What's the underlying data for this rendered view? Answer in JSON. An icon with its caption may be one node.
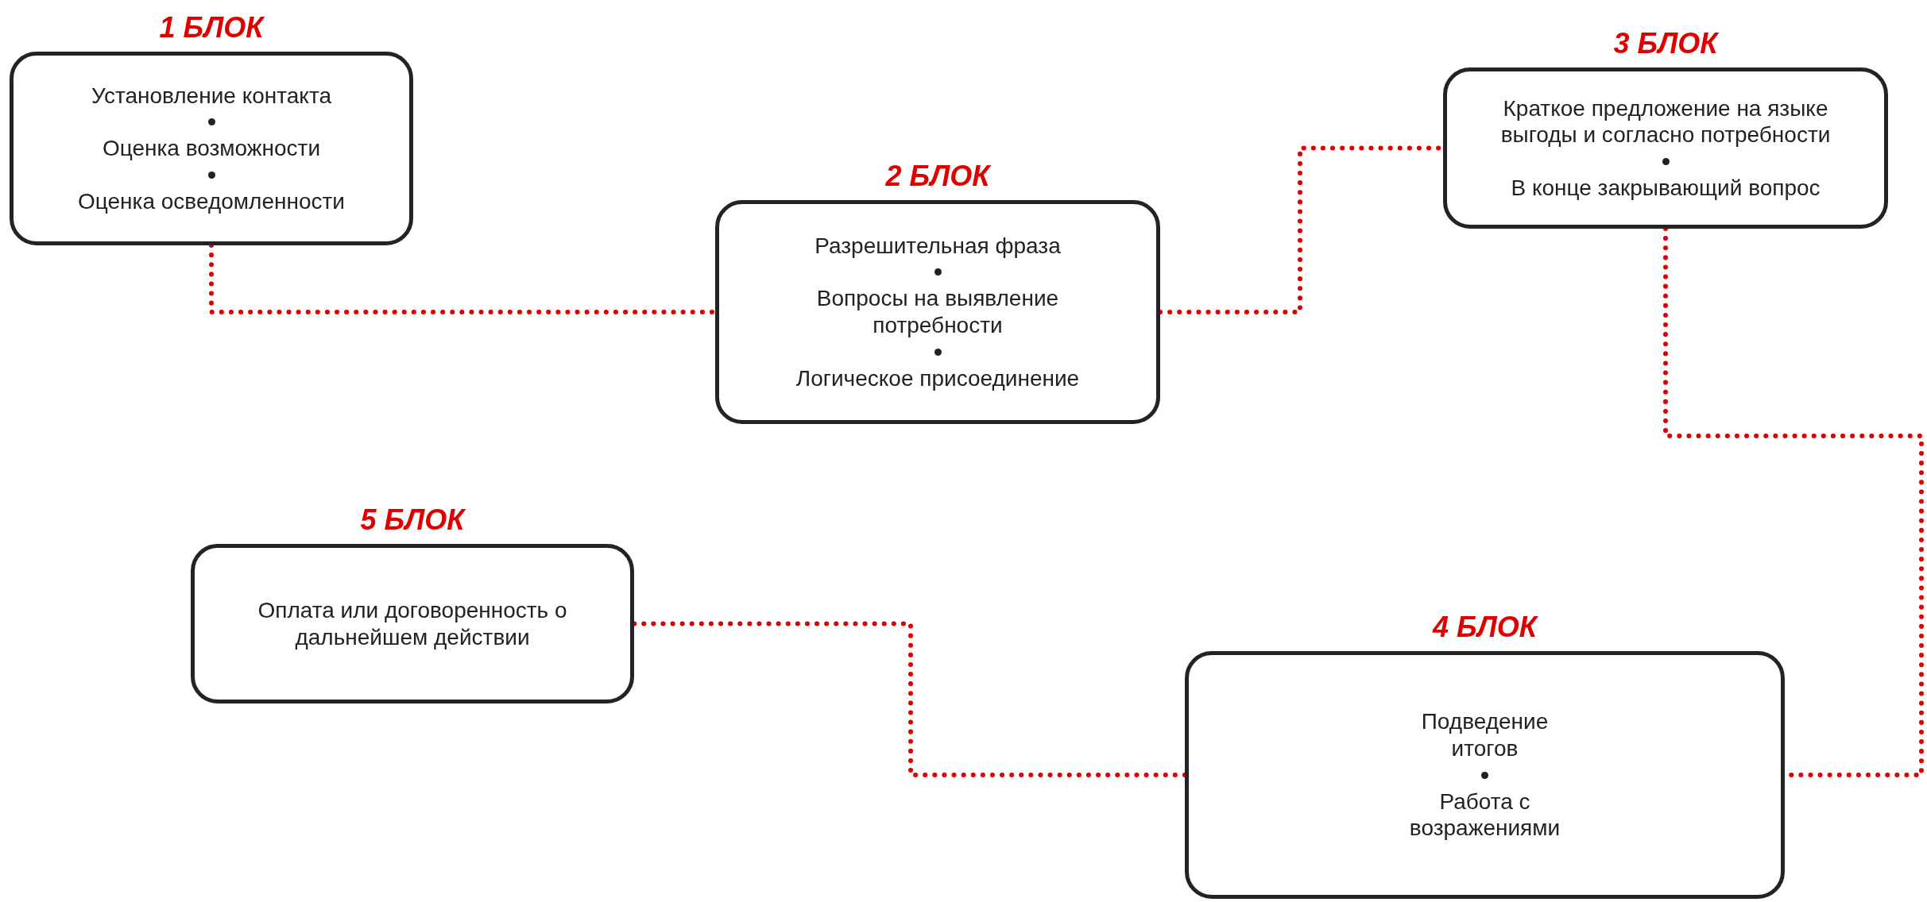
{
  "diagram": {
    "nodes": [
      {
        "text": [
          "1 БЛОК",
          "Установление контакта",
          "Оценка возможности",
          "Оценка осведомленности"
        ]
      },
      {
        "text": [
          "2 БЛОК",
          "Разрешительная фраза",
          "Вопросы на выявление потребности",
          "Логическое присоединение"
        ]
      },
      {
        "text": [
          "3 БЛОК",
          "Краткое предложение на языке выгоды и согласно потребности",
          "В конце закрывающий вопрос"
        ]
      },
      {
        "text": [
          "4 БЛОК",
          "Подведение итогов",
          "Работа с возражениями"
        ]
      },
      {
        "text": [
          "5 БЛОК",
          "Оплата или договоренность о дальнейшем действии"
        ]
      }
    ],
    "edges": [
      {
        "from": 0,
        "to": 1,
        "arrow": "none",
        "style": "dashed"
      },
      {
        "from": 1,
        "to": 2,
        "arrow": "none",
        "style": "dashed"
      },
      {
        "from": 2,
        "to": 3,
        "arrow": "none",
        "style": "dashed"
      },
      {
        "from": 3,
        "to": 4,
        "arrow": "none",
        "style": "dashed"
      }
    ]
  }
}
